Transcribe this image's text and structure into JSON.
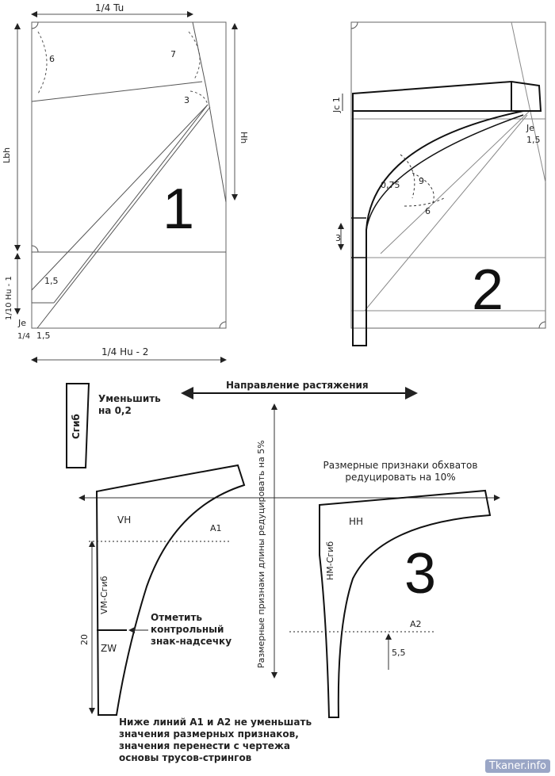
{
  "panel1": {
    "number": "1",
    "labels": {
      "quarter_tu": "1/4 Tu",
      "six": "6",
      "seven": "7",
      "three": "3",
      "lbh": "Lbh",
      "hh": "Hh",
      "tenth_hu": "1/10 Hu - 1",
      "one_five_a": "1,5",
      "je": "Je",
      "quarter": "1/4",
      "one_five_b": "1,5",
      "quarter_hu": "1/4 Hu - 2"
    }
  },
  "panel2": {
    "number": "2",
    "labels": {
      "jc": "Jc 1",
      "je": "Je",
      "one_five": "1,5",
      "nine": "9",
      "zero_75": "0,75",
      "six": "6",
      "three": "3"
    }
  },
  "panel3": {
    "number": "3",
    "direction": "Направление растяжения",
    "fold": "Сгиб",
    "reduce_text": "Уменьшить на 0,2",
    "vertical_note": "Размерные признаки длины редуцировать на 5%",
    "girth_note": "Размерные признаки обхватов редуцировать на 10%",
    "vh": "VH",
    "a1": "A1",
    "vm_fold": "VM-Сгиб",
    "mark_note": "Отметить контрольный знак-надсечку",
    "twenty": "20",
    "zw": "ZW",
    "hh": "HH",
    "hm_fold": "HM-Сгиб",
    "a2": "A2",
    "five_five": "5,5",
    "bottom_note": "Ниже линий A1 и A2 не уменьшать значения размерных признаков, значения перенести с чертежа основы трусов-стрингов"
  },
  "watermark": "Tkaner.info"
}
